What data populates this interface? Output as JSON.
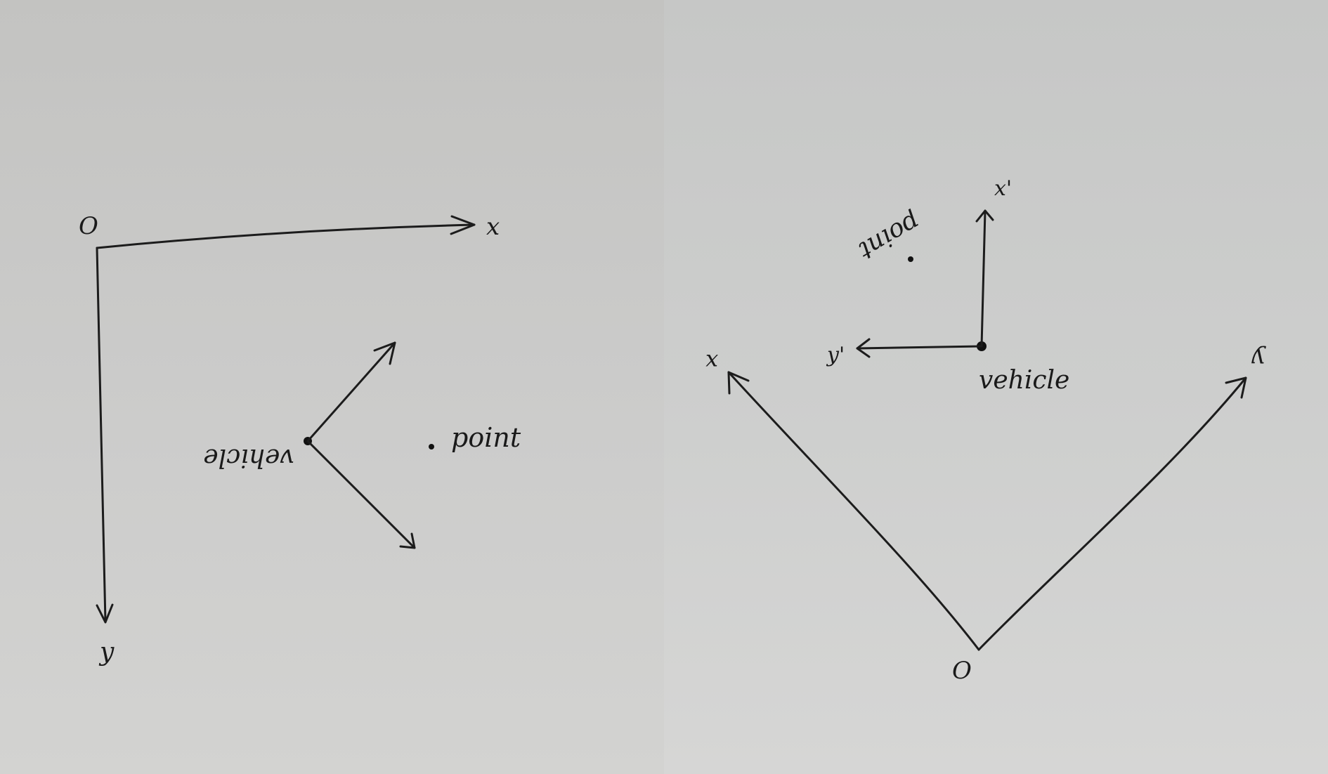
{
  "left_sketch": {
    "origin_label": "O",
    "x_axis_label": "x",
    "y_axis_label": "y",
    "vehicle_label": "vehicle",
    "point_label": "point"
  },
  "right_sketch": {
    "origin_label": "O",
    "x_axis_label": "x",
    "y_axis_label": "y",
    "vehicle_x_axis_label": "x'",
    "vehicle_y_axis_label": "y'",
    "vehicle_label": "vehicle",
    "point_label": "point"
  }
}
